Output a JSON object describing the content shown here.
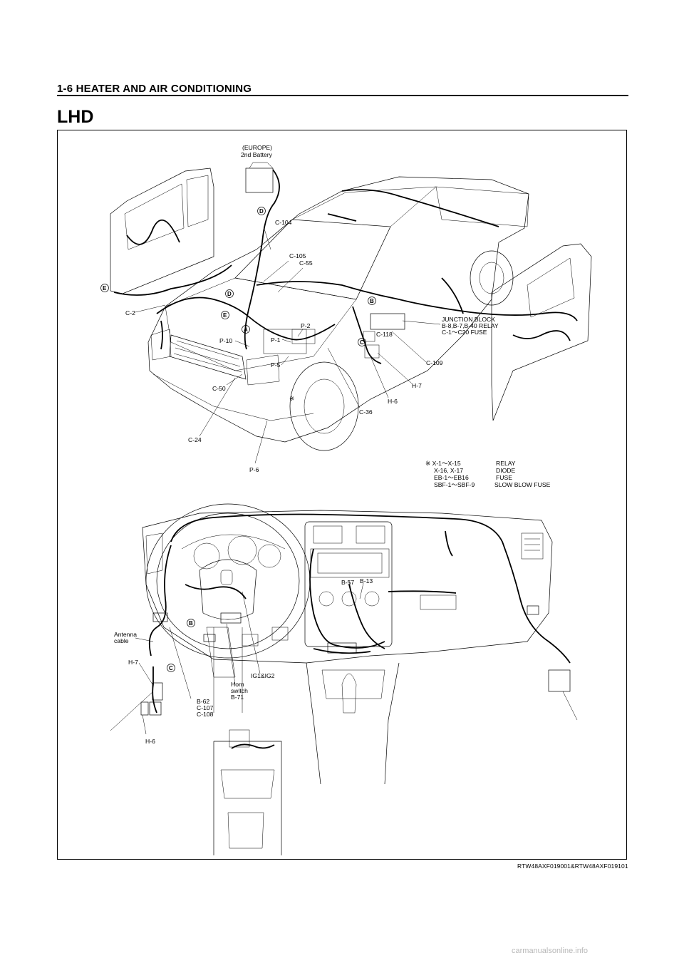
{
  "header": {
    "section_title": "1-6  HEATER AND AIR CONDITIONING",
    "subtitle": "LHD"
  },
  "figure_id": "RTW48AXF019001&RTW48AXF019101",
  "watermark": "carmanualsonline.info",
  "car": {
    "callouts": {
      "europe": "(EUROPE)",
      "second_battery": "2nd Battery",
      "c104": "C-104",
      "c105": "C-105",
      "c55": "C-55",
      "c2": "C-2",
      "p10": "P-10",
      "p1": "P-1",
      "p2": "P-2",
      "p5": "P-5",
      "c50": "C-50",
      "c24": "C-24",
      "p6": "P-6",
      "c36": "C-36",
      "h6": "H-6",
      "h7": "H-7",
      "c109": "C-109",
      "c118": "C-118",
      "asterisk": "※",
      "jb1": "JUNCTION BLOCK",
      "jb2": "B-8,B-7,B-40 RELAY",
      "jb3": "C-1～C20 FUSE"
    },
    "circles": {
      "a": "A",
      "b": "B",
      "c": "C",
      "d": "D",
      "e": "E"
    },
    "legend": [
      {
        "code": "※ X-1～X-15",
        "desc": "RELAY"
      },
      {
        "code": "X-16, X-17",
        "desc": "DIODE"
      },
      {
        "code": "EB-1～EB16",
        "desc": "FUSE"
      },
      {
        "code": "SBF-1～SBF-9",
        "desc": "SLOW BLOW FUSE"
      }
    ]
  },
  "dash": {
    "callouts": {
      "antenna1": "Antenna",
      "antenna2": "cable",
      "h7": "H-7",
      "h6": "H-6",
      "b62": "B-62",
      "c107": "C-107",
      "c108": "C-108",
      "horn1": "Horn",
      "horn2": "switch",
      "b71": "B-71",
      "ig": "IG1&IG2",
      "b57": "B-57",
      "b13": "B-13"
    },
    "circles": {
      "b": "B",
      "c": "C"
    }
  }
}
